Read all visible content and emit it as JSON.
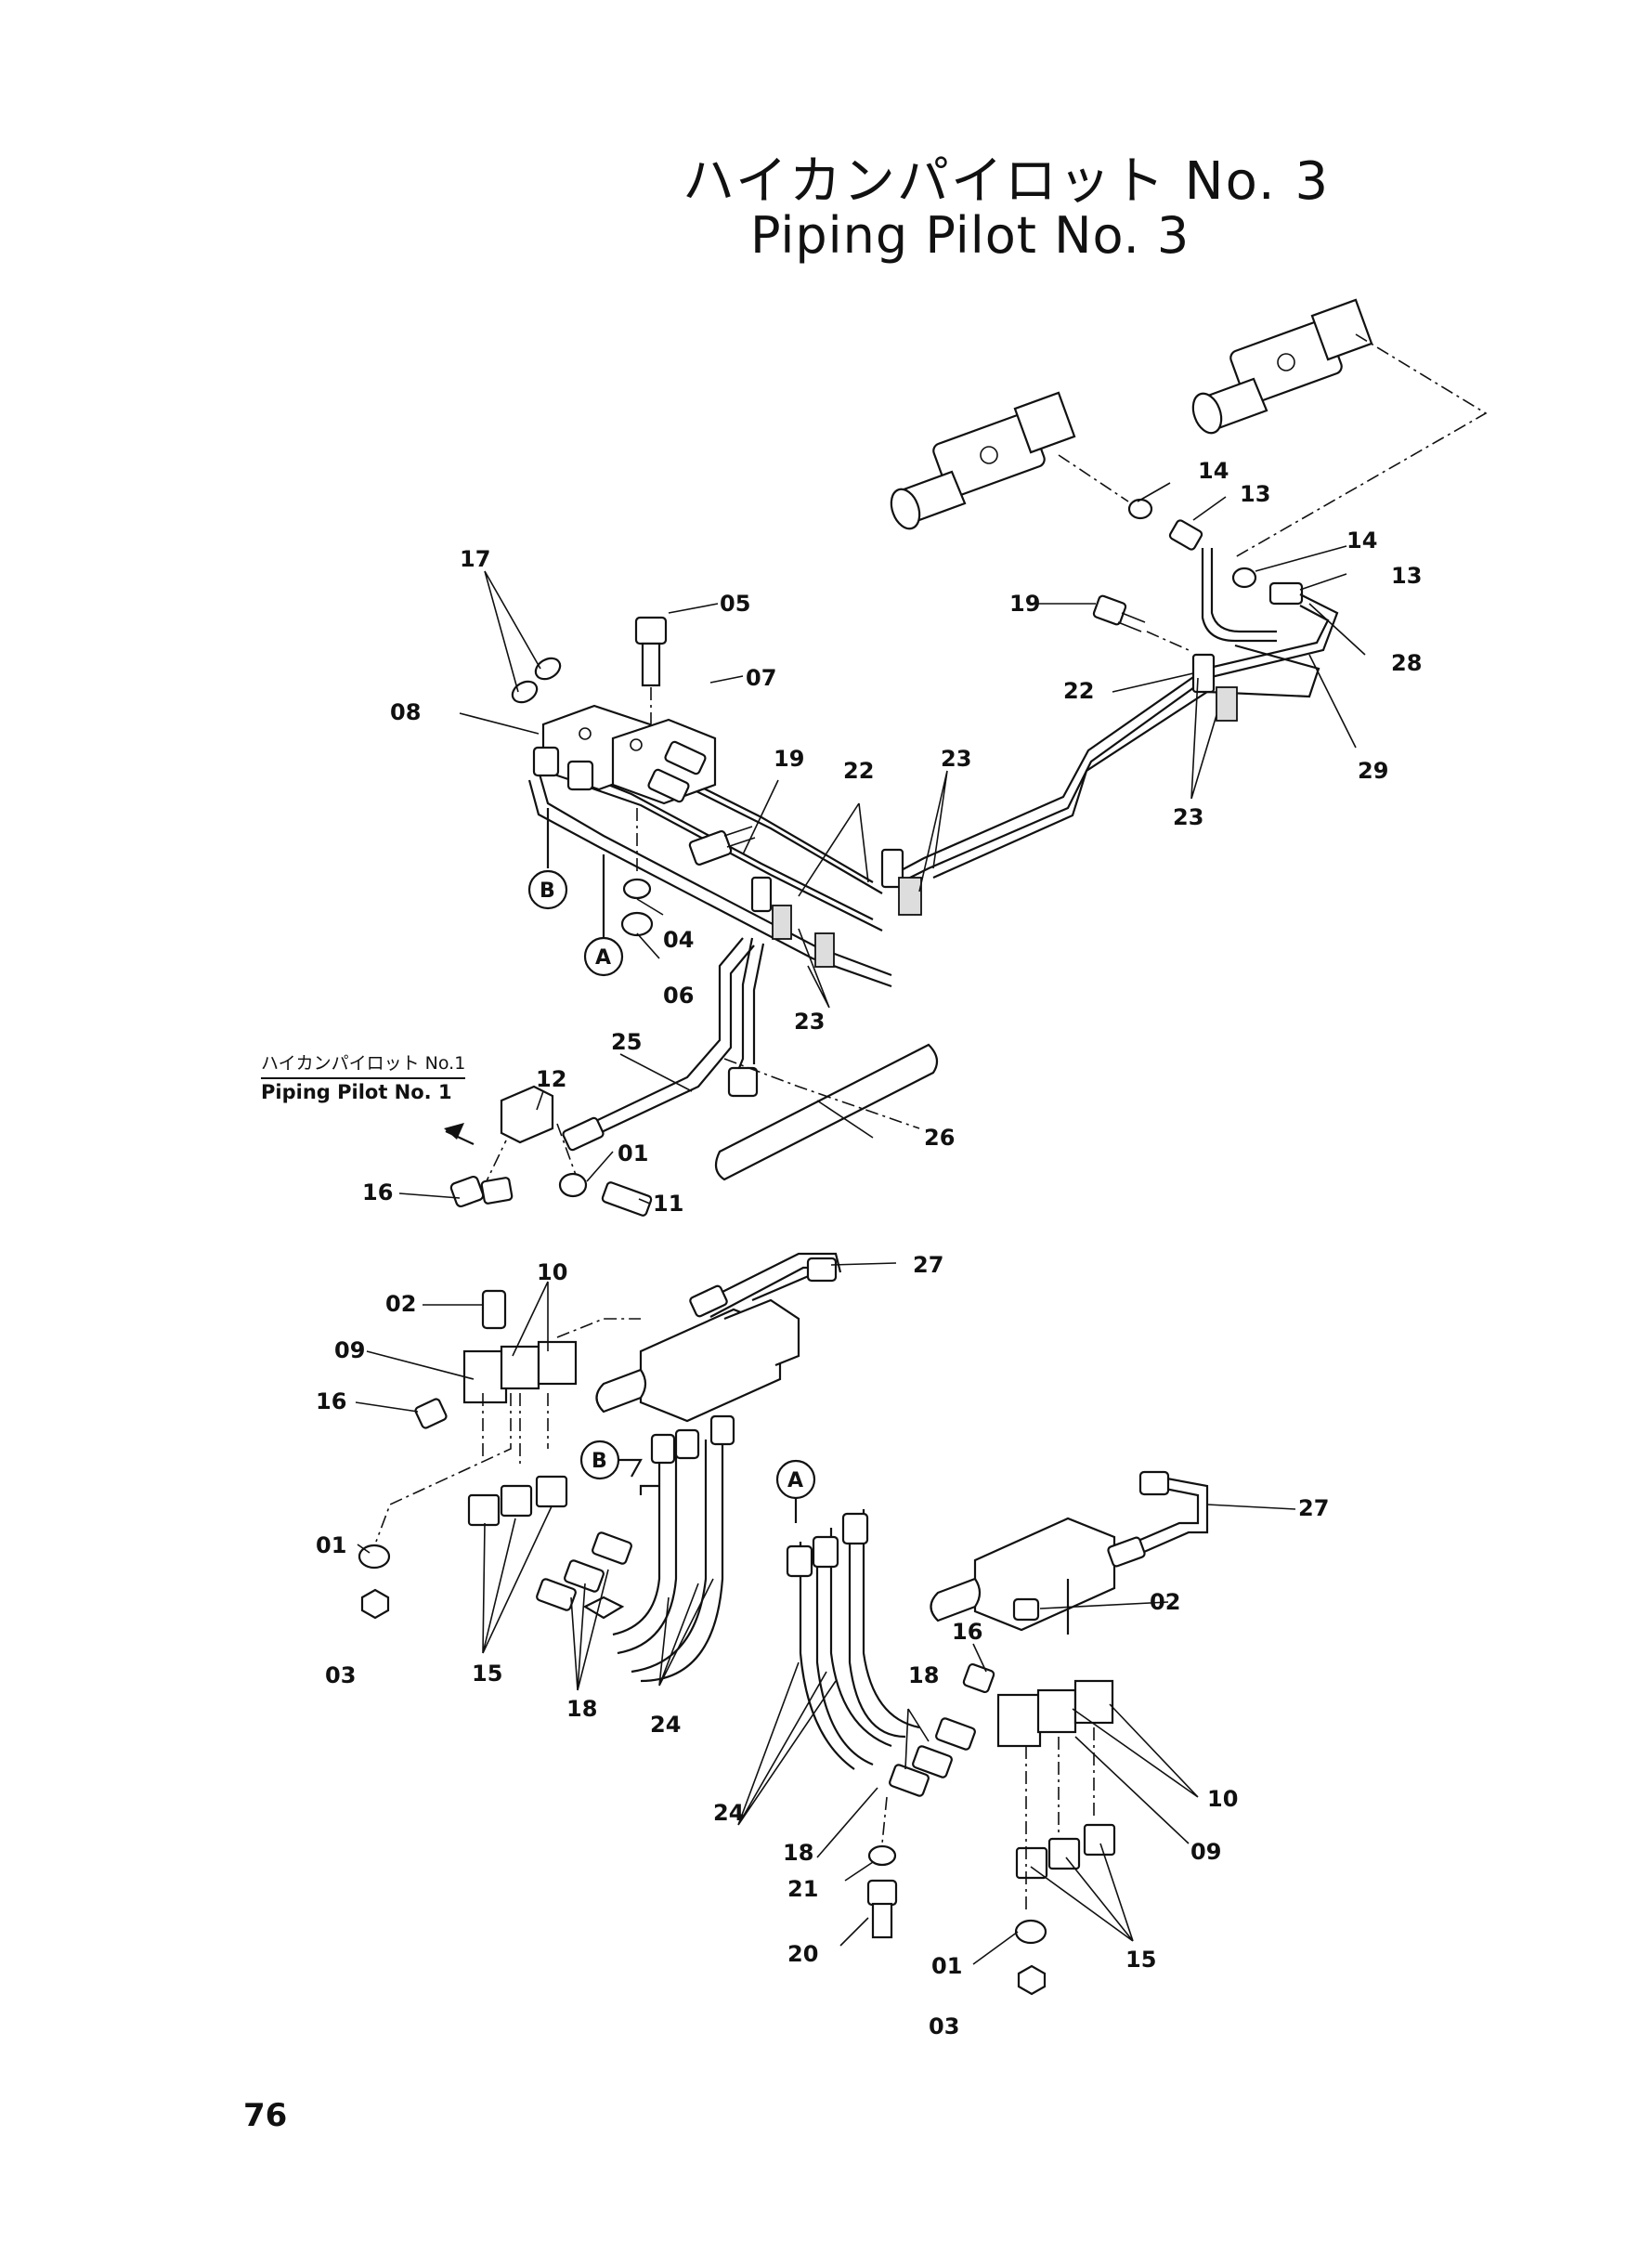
{
  "title": {
    "japanese": "ハイカンパイロット No. 3",
    "english": "Piping Pilot No. 3"
  },
  "page_number": "76",
  "cross_reference": {
    "japanese": "ハイカンパイロット No.1",
    "english": "Piping Pilot No. 1"
  },
  "connection_markers": [
    "A",
    "B"
  ],
  "part_callouts": [
    "01",
    "02",
    "03",
    "04",
    "05",
    "06",
    "07",
    "08",
    "09",
    "10",
    "11",
    "12",
    "13",
    "14",
    "15",
    "16",
    "17",
    "18",
    "19",
    "20",
    "21",
    "22",
    "23",
    "24",
    "25",
    "26",
    "27",
    "28",
    "29"
  ]
}
